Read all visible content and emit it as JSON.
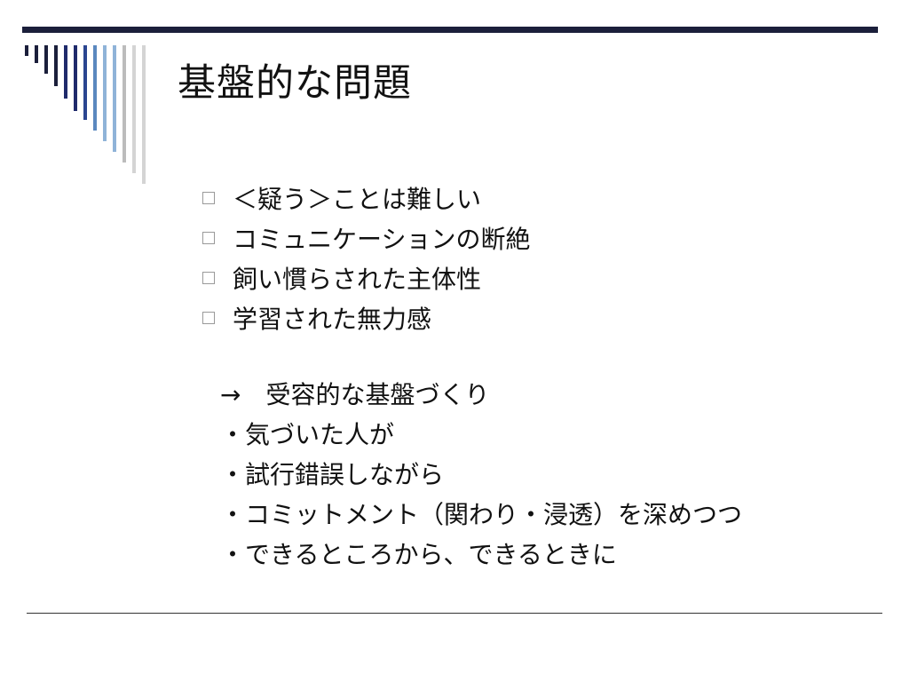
{
  "slide": {
    "title": "基盤的な問題",
    "bullets": [
      {
        "text": "＜疑う＞ことは難しい",
        "icon": "square-bullet-icon"
      },
      {
        "text": "コミュニケーションの断絶",
        "icon": "square-bullet-icon"
      },
      {
        "text": "飼い慣らされた主体性",
        "icon": "square-bullet-icon"
      },
      {
        "text": "学習された無力感",
        "icon": "square-bullet-icon"
      }
    ],
    "sub_lines": [
      "→　受容的な基盤づくり",
      "・気づいた人が",
      "・試行錯誤しながら",
      "・コミットメント（関わり・浸透）を深めつつ",
      "・できるところから、できるときに"
    ]
  },
  "theme": {
    "top_bar_color": "#1b1f3b",
    "stripe_colors": [
      "#1b1f3b",
      "#1f2a6b",
      "#2a4590",
      "#5b88bf",
      "#8fb3d8",
      "#bcbcbc",
      "#d4d4d4"
    ],
    "bullet_box_color": "#9a9a9a",
    "rule_color": "#333333"
  }
}
